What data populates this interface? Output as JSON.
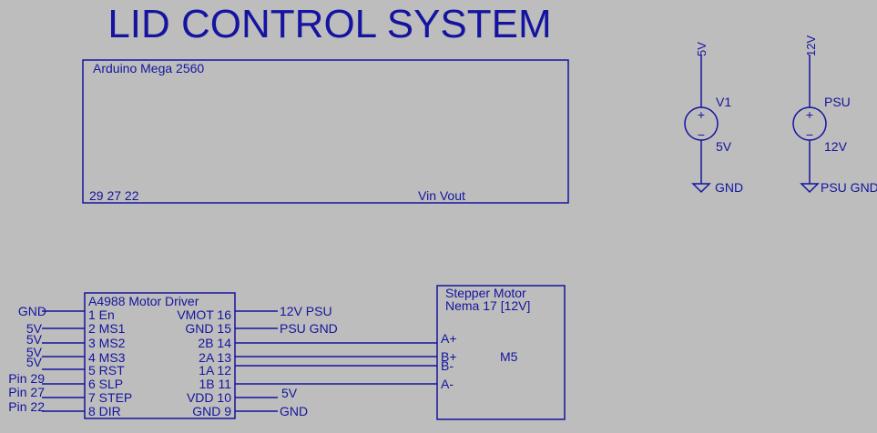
{
  "title": "LID CONTROL SYSTEM",
  "arduino": {
    "name": "Arduino Mega 2560",
    "pins_left": "29 27 22",
    "pins_right": "Vin Vout"
  },
  "v1": {
    "top_net": "5V",
    "name": "V1",
    "value": "5V",
    "plus": "+",
    "minus": "−",
    "ground": "GND"
  },
  "psu": {
    "top_net": "12V",
    "name": "PSU",
    "value": "12V",
    "plus": "+",
    "minus": "−",
    "ground": "PSU GND"
  },
  "driver": {
    "name": "A4988 Motor Driver",
    "left_pins": [
      {
        "pin": "1 En",
        "net": "GND"
      },
      {
        "pin": "2 MS1",
        "net": "5V"
      },
      {
        "pin": "3 MS2",
        "net": "5V"
      },
      {
        "pin": "4 MS3",
        "net": "5V"
      },
      {
        "pin": "5 RST",
        "net": "5V"
      },
      {
        "pin": "6 SLP",
        "net": "Pin 29"
      },
      {
        "pin": "7 STEP",
        "net": "Pin 27"
      },
      {
        "pin": "8 DIR",
        "net": "Pin 22"
      }
    ],
    "right_pins": [
      {
        "pin": "VMOT 16",
        "net": "12V PSU"
      },
      {
        "pin": "GND 15",
        "net": "PSU GND"
      },
      {
        "pin": "2B 14",
        "net": ""
      },
      {
        "pin": "2A 13",
        "net": ""
      },
      {
        "pin": "1A 12",
        "net": ""
      },
      {
        "pin": "1B 11",
        "net": ""
      },
      {
        "pin": "VDD 10",
        "net": "5V"
      },
      {
        "pin": "GND 9",
        "net": "GND"
      }
    ]
  },
  "motor": {
    "line1": "Stepper Motor",
    "line2": "Nema 17 [12V]",
    "designator": "M5",
    "pins": [
      "A+",
      "B+",
      "B-",
      "A-"
    ]
  }
}
